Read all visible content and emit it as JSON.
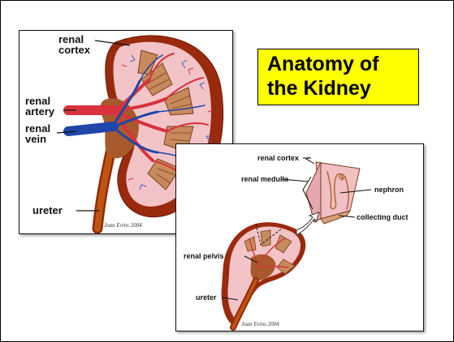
{
  "title": {
    "line1": "Anatomy of",
    "line2": "the Kidney"
  },
  "colors": {
    "title_box": "#ffff00",
    "cortex": "#f2c4c8",
    "capsule": "#9a2a0e",
    "artery": "#d8323c",
    "vein": "#1f46a8",
    "pyramid": "#c68a5c",
    "ureter": "#b9460c"
  },
  "diagram_a": {
    "labels": {
      "renal_cortex": [
        "renal",
        "cortex"
      ],
      "renal_artery": [
        "renal",
        "artery"
      ],
      "renal_vein": [
        "renal",
        "vein"
      ],
      "ureter": "ureter"
    },
    "signature": "Joan Evins 2004"
  },
  "diagram_b": {
    "labels": {
      "renal_cortex": "renal cortex",
      "renal_medulla": "renal medulla",
      "nephron": "nephron",
      "collecting_duct": "collecting duct",
      "renal_pelvis": "renal pelvis",
      "ureter": "ureter"
    },
    "signature": "Joan Evins 2004"
  }
}
